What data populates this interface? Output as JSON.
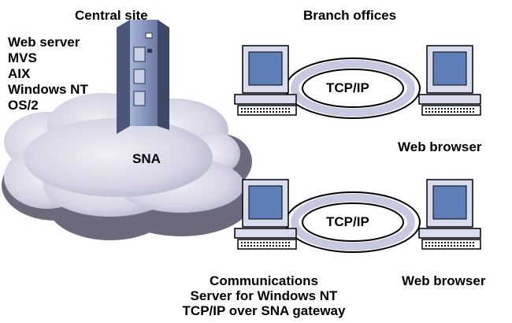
{
  "headings": {
    "central_site": "Central site",
    "branch_offices": "Branch offices"
  },
  "central_os_list": [
    "Web server",
    "MVS",
    "AIX",
    "Windows NT",
    "OS/2"
  ],
  "network": {
    "sna": "SNA",
    "tcpip_top": "TCP/IP",
    "tcpip_bottom": "TCP/IP"
  },
  "clients": {
    "browser_top": "Web browser",
    "browser_bottom": "Web browser"
  },
  "gateway_lines": [
    "Communications",
    "Server for Windows NT",
    "TCP/IP over SNA gateway"
  ],
  "colors": {
    "cloud": "#d9d9ea",
    "cloud_shadow": "#6b6b7d",
    "server": "#7f8fb8",
    "pc_screen": "#5f7fb8",
    "pc_body": "#d8dcec",
    "ring": "#c8c8e0"
  }
}
